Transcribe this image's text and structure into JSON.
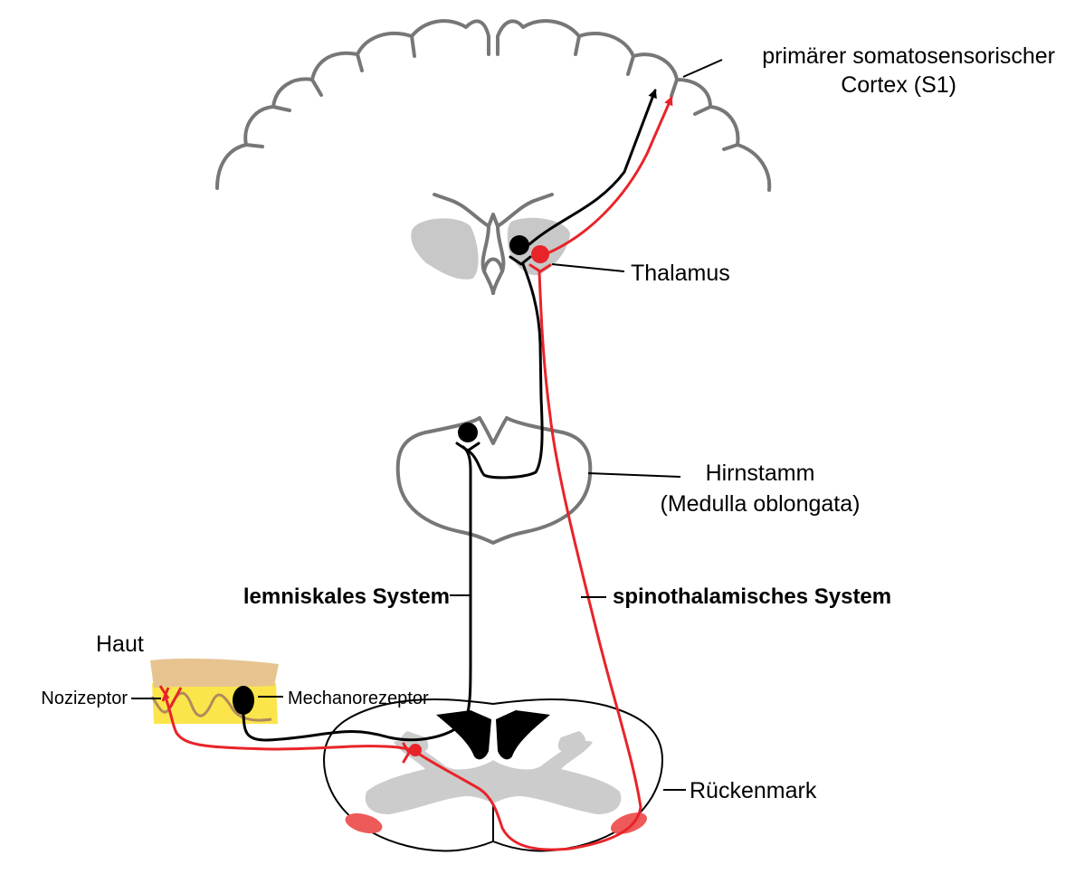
{
  "labels": {
    "cortex_line1": "primärer somatosensorischer",
    "cortex_line2": "Cortex (S1)",
    "thalamus": "Thalamus",
    "brainstem_line1": "Hirnstamm",
    "brainstem_line2": "(Medulla oblongata)",
    "lemniscal": "lemniskales System",
    "spinothalamic": "spinothalamisches System",
    "skin": "Haut",
    "nociceptor": "Nozizeptor",
    "mechanoreceptor": "Mechanorezeptor",
    "spinal_cord": "Rückenmark"
  },
  "colors": {
    "lemniscal_pathway": "#000000",
    "spinothalamic_pathway": "#e8242a",
    "outline": "#777777",
    "gray_matter": "#cccccc",
    "skin_epidermis": "#e7c48f",
    "skin_dermis": "#fbe54b"
  }
}
